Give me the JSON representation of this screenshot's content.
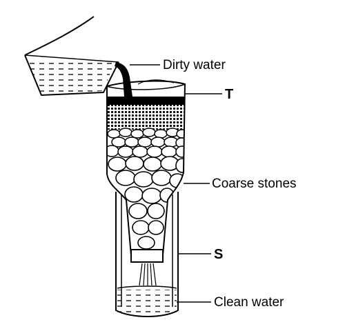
{
  "labels": {
    "dirty_water": "Dirty water",
    "top": "T",
    "coarse_stones": "Coarse stones",
    "side": "S",
    "clean_water": "Clean water"
  },
  "colors": {
    "ink": "#000000",
    "paper": "#ffffff"
  }
}
